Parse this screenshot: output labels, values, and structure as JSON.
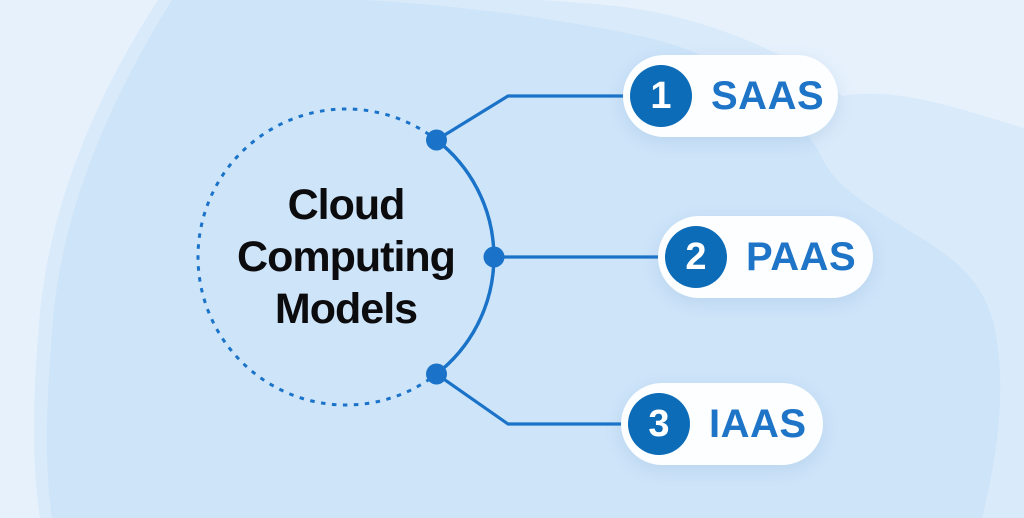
{
  "diagram": {
    "title_lines": [
      "Cloud",
      "Computing",
      "Models"
    ],
    "items": [
      {
        "number": "1",
        "label": "SAAS"
      },
      {
        "number": "2",
        "label": "PAAS"
      },
      {
        "number": "3",
        "label": "IAAS"
      }
    ]
  },
  "colors": {
    "background_base": "#e6f1fc",
    "background_mid": "#d9eafa",
    "background_main": "#cde4f9",
    "accent_line": "#1a73c8",
    "badge_fill": "#0d6cb8",
    "badge_number": "#ffffff",
    "label_text": "#1e74c6",
    "title_text": "#0c0c0e",
    "pill_fill": "#fcfeff"
  }
}
